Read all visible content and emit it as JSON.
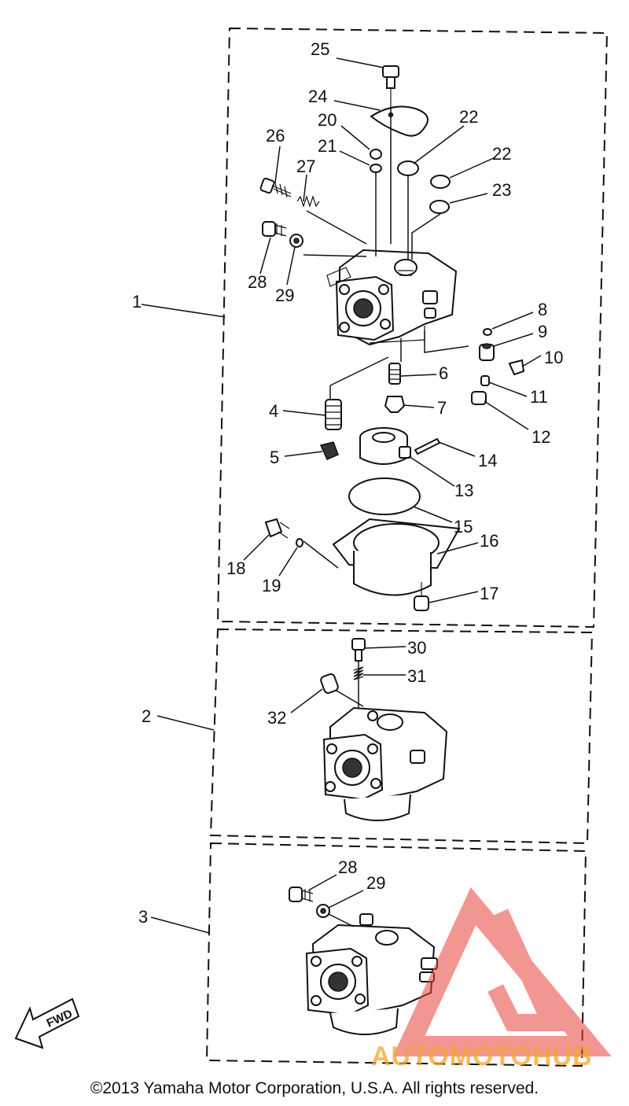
{
  "diagram": {
    "callouts": {
      "n1": "1",
      "n2": "2",
      "n3": "3",
      "n4": "4",
      "n5": "5",
      "n6": "6",
      "n7": "7",
      "n8": "8",
      "n9": "9",
      "n10": "10",
      "n11": "11",
      "n12": "12",
      "n13": "13",
      "n14": "14",
      "n15": "15",
      "n16": "16",
      "n17": "17",
      "n18": "18",
      "n19": "19",
      "n20": "20",
      "n21": "21",
      "n22a": "22",
      "n22b": "22",
      "n23": "23",
      "n24": "24",
      "n25": "25",
      "n26": "26",
      "n27": "27",
      "n28a": "28",
      "n29a": "29",
      "n30": "30",
      "n31": "31",
      "n32": "32",
      "n28b": "28",
      "n29b": "29"
    },
    "fwd_label": "FWD",
    "watermark": "AUTOMOTOHUB",
    "copyright": "©2013 Yamaha Motor Corporation, U.S.A. All rights reserved.",
    "colors": {
      "line": "#111111",
      "watermark_red": "#e8413a",
      "watermark_orange": "#f3a52b",
      "watermark_gray": "#9a9a9a"
    }
  }
}
